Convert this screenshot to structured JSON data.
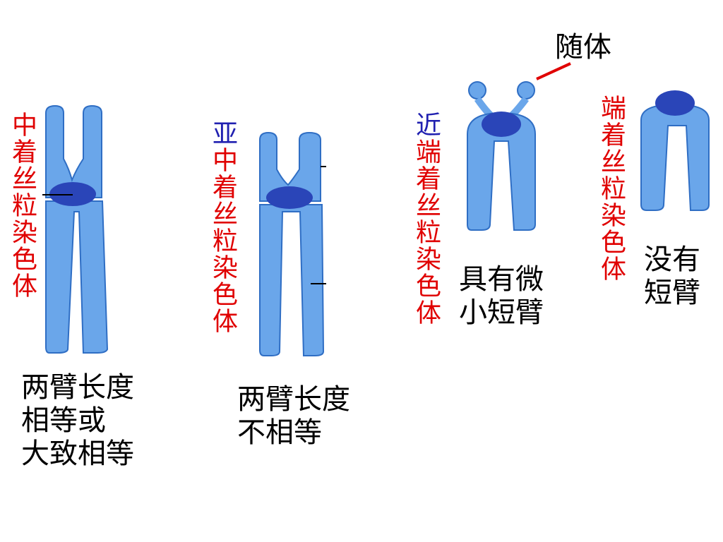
{
  "colors": {
    "arm_fill": "#6aa6ea",
    "arm_stroke": "#2f6ec4",
    "centromere": "#2a45b8",
    "label_red": "#e00000",
    "label_blue": "#2020b0",
    "pointer_red": "#e00000"
  },
  "labels": {
    "metacentric": [
      "中",
      "着",
      "丝",
      "粒",
      "染",
      "色",
      "体"
    ],
    "submetacentric_prefix": "亚",
    "submetacentric": [
      "中",
      "着",
      "丝",
      "粒",
      "染",
      "色",
      "体"
    ],
    "acrocentric_prefix": "近",
    "acrocentric": [
      "端",
      "着",
      "丝",
      "粒",
      "染",
      "色",
      "体"
    ],
    "telocentric": [
      "端",
      "着",
      "丝",
      "粒",
      "染",
      "色",
      "体"
    ],
    "satellite": "随体"
  },
  "captions": {
    "metacentric": [
      "两臂长度",
      "相等或",
      "大致相等"
    ],
    "submetacentric": [
      "两臂长度",
      "不相等"
    ],
    "acrocentric": [
      "具有微",
      "小短臂"
    ],
    "telocentric": [
      "没有",
      "短臂"
    ]
  }
}
